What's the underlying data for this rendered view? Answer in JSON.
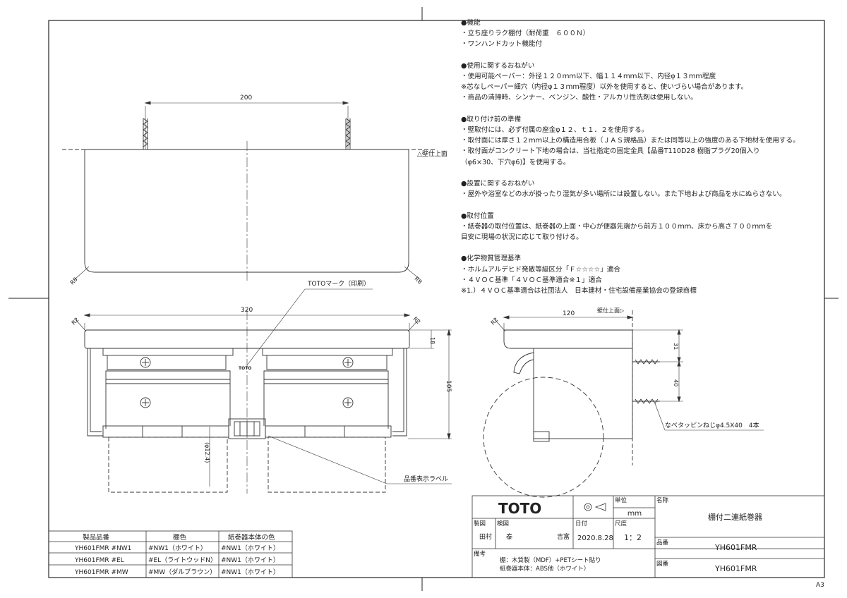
{
  "notes": [
    {
      "heading": "●機能",
      "lines": [
        "・立ち座りラク棚付（耐荷重　６００Ｎ）",
        "・ワンハンドカット機能付"
      ]
    },
    {
      "heading": "●使用に関するおねがい",
      "lines": [
        "・使用可能ペーパー：外径１２０ｍｍ以下、幅１１４ｍｍ以下、内径φ１３ｍｍ程度",
        "※芯なしペーパー細穴（内径φ１３ｍｍ程度）以外を使用すると、使いづらい場合があります。",
        "・商品の清掃時、シンナー、ベンジン、酸性・アルカリ性洗剤は使用しない。"
      ]
    },
    {
      "heading": "●取り付け前の準備",
      "lines": [
        "・壁取付には、必ず付属の座金φ１２、ｔ１．２を使用する。",
        "・取付面には厚さ１２ｍｍ以上の構造用合板（ＪＡＳ規格品）または同等以上の強度のある下地材を使用する。",
        "・取付面がコンクリート下地の場合は、当社指定の固定金具【品番T110D28 樹脂プラグ20個入り",
        "（φ6×30、下穴φ6)】を使用する。"
      ]
    },
    {
      "heading": "●設置に関するおねがい",
      "lines": [
        "・屋外や浴室などの水が掛ったり湿気が多い場所には設置しない。また下地および商品を水にぬらさない。"
      ]
    },
    {
      "heading": "●取付位置",
      "lines": [
        "・紙巻器の取付位置は、紙巻器の上面・中心が便器先端から前方１００ｍｍ、床から高さ７００ｍｍを",
        "目安に現場の状況に応じて取り付ける。"
      ]
    },
    {
      "heading": "●化学物質管理基準",
      "lines": [
        "・ホルムアルデヒド発散等級区分「Ｆ☆☆☆☆」適合",
        "・４ＶＯＣ基準「４ＶＯＣ基準適合※１」適合",
        "※1.）４ＶＯＣ基準適合は社団法人　日本建材・住宅設備産業協会の登録商標"
      ]
    }
  ],
  "dimensions": {
    "top_width": "200",
    "wall_top": "△壁仕上面",
    "r8_left": "R8",
    "r8_right": "R8",
    "front_width": "320",
    "r2_left": "R2",
    "r2_right": "R2",
    "h18": "18",
    "h105": "105",
    "phi": "(φ12.4)",
    "side_depth": "120",
    "side_wall": "壁仕上面▷",
    "side_r2": "R2",
    "d31": "31",
    "d40": "40"
  },
  "labels": {
    "toto_mark": "TOTOマーク（印刷）",
    "toto_print": "TOTO",
    "product_label": "品番表示ラベル",
    "screw": "なべタッピンねじφ4.5X40　4本"
  },
  "title_block": {
    "logo": "TOTO",
    "unit_label": "単位",
    "unit": "ｍｍ",
    "name_label": "名称",
    "name": "棚付二連紙巻器",
    "drawn_label": "製図",
    "drawn_by": "田村",
    "checked_label": "検図",
    "checked_by": "泰",
    "approved_by": "吉富",
    "date_label": "日付",
    "date": "2020.8.28",
    "scale_label": "尺度",
    "scale": "1：2",
    "part_label": "品番",
    "part_no": "YH601FMR",
    "remarks_label": "備考",
    "remarks_1": "棚：木質製（MDF）+PETシート貼り",
    "remarks_2": "紙巻器本体：ABS他（ホワイト）",
    "drawing_label": "図番",
    "drawing_no": "YH601FMR",
    "sheet_size": "A3"
  },
  "color_table": {
    "headers": [
      "製品品番",
      "棚色",
      "紙巻器本体の色"
    ],
    "rows": [
      [
        "YH601FMR #NW1",
        "#NW1（ホワイト）",
        "#NW1（ホワイト）"
      ],
      [
        "YH601FMR #EL",
        "#EL（ライトウッドN）",
        "#NW1（ホワイト）"
      ],
      [
        "YH601FMR #MW",
        "#MW（ダルブラウン）",
        "#NW1（ホワイト）"
      ]
    ]
  }
}
